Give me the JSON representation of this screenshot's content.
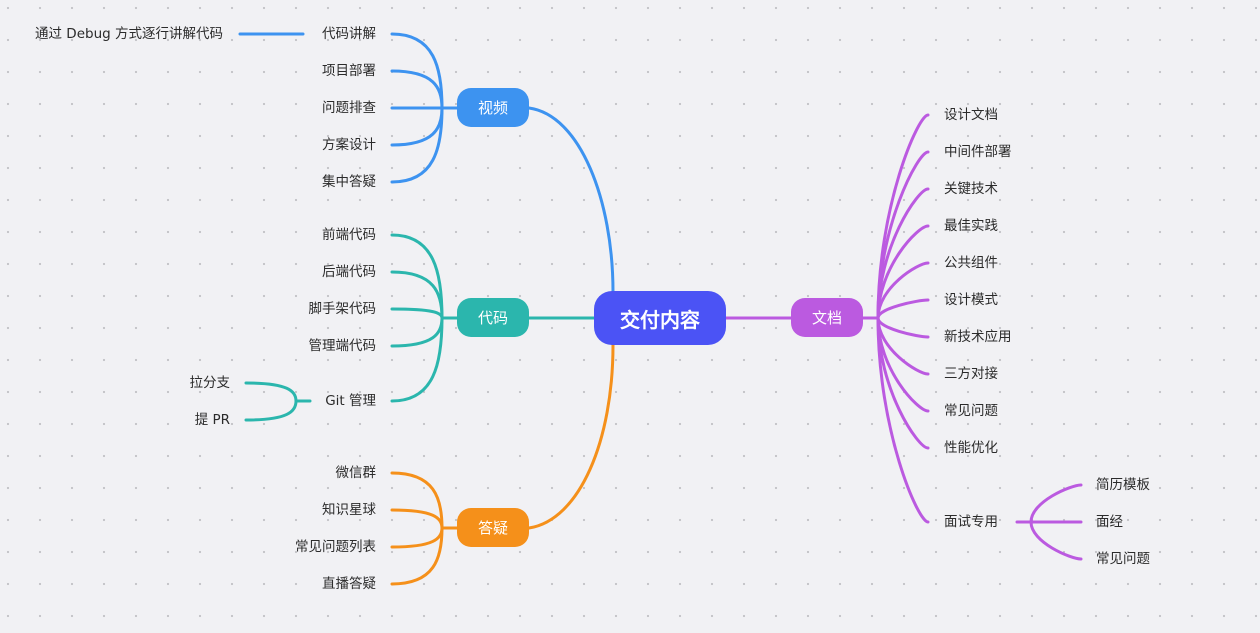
{
  "colors": {
    "root": "#4b53f5",
    "video": "#3d93f0",
    "code": "#2bb6ad",
    "qa": "#f5901a",
    "docs": "#bb5ae0"
  },
  "root": {
    "label": "交付内容"
  },
  "branches": {
    "video": {
      "label": "视频",
      "children": [
        "代码讲解",
        "项目部署",
        "问题排查",
        "方案设计",
        "集中答疑"
      ],
      "sub": {
        "parent": "代码讲解",
        "children": [
          "通过 Debug 方式逐行讲解代码"
        ]
      }
    },
    "code": {
      "label": "代码",
      "children": [
        "前端代码",
        "后端代码",
        "脚手架代码",
        "管理端代码",
        "Git 管理"
      ],
      "sub": {
        "parent": "Git 管理",
        "children": [
          "拉分支",
          "提 PR"
        ]
      }
    },
    "qa": {
      "label": "答疑",
      "children": [
        "微信群",
        "知识星球",
        "常见问题列表",
        "直播答疑"
      ]
    },
    "docs": {
      "label": "文档",
      "children": [
        "设计文档",
        "中间件部署",
        "关键技术",
        "最佳实践",
        "公共组件",
        "设计模式",
        "新技术应用",
        "三方对接",
        "常见问题",
        "性能优化",
        "面试专用"
      ],
      "sub": {
        "parent": "面试专用",
        "children": [
          "简历模板",
          "面经",
          "常见问题"
        ]
      }
    }
  }
}
